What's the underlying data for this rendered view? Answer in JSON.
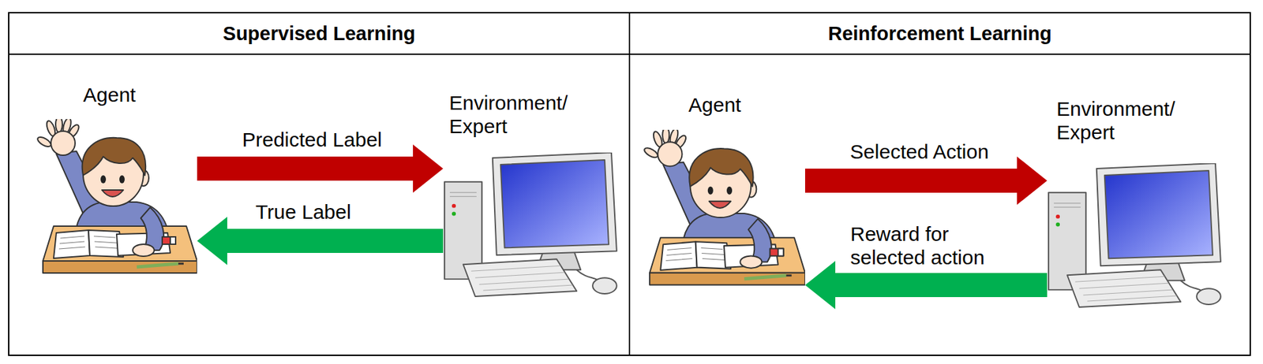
{
  "diagram": {
    "nodes": [
      {
        "text": [
          "Supervised Learning"
        ]
      },
      {
        "text": [
          "Agent"
        ],
        "in": 0
      },
      {
        "text": [
          "Environment/ Expert"
        ],
        "in": 0
      },
      {
        "text": [
          "Reinforcement Learning"
        ]
      },
      {
        "text": [
          "Agent"
        ],
        "in": 3
      },
      {
        "text": [
          "Environment/ Expert"
        ],
        "in": 3
      }
    ],
    "edges": [
      {
        "from": 1,
        "to": 2,
        "arrow": "to",
        "label": "Predicted Label"
      },
      {
        "from": 2,
        "to": 1,
        "arrow": "to",
        "label": "True Label"
      },
      {
        "from": 4,
        "to": 5,
        "arrow": "to",
        "label": "Selected Action"
      },
      {
        "from": 5,
        "to": 4,
        "arrow": "to",
        "label": "Reward for selected action"
      }
    ]
  }
}
